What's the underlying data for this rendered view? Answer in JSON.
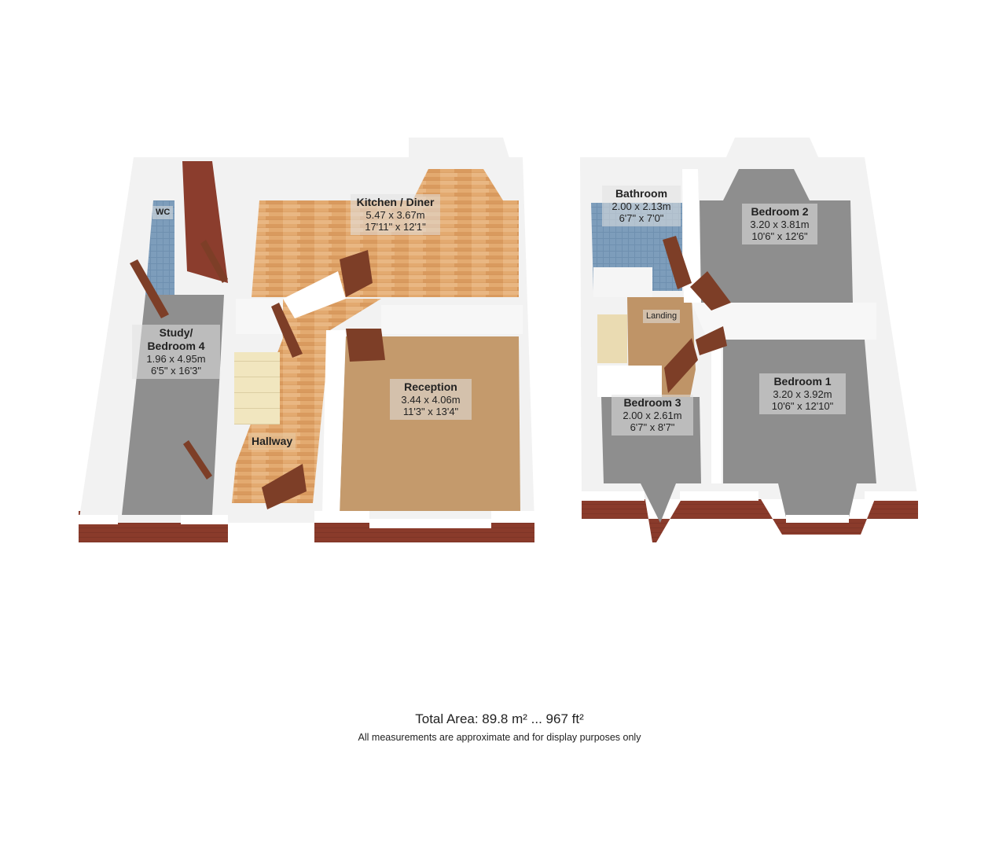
{
  "floors": [
    {
      "name": "ground-floor",
      "rooms": [
        {
          "name": "WC"
        },
        {
          "name": "Study/",
          "name2": "Bedroom 4",
          "metric": "1.96 x 4.95m",
          "imperial": "6'5\" x 16'3\""
        },
        {
          "name": "Kitchen / Diner",
          "metric": "5.47 x 3.67m",
          "imperial": "17'11\" x 12'1\""
        },
        {
          "name": "Hallway"
        },
        {
          "name": "Reception",
          "metric": "3.44 x 4.06m",
          "imperial": "11'3\" x 13'4\""
        }
      ]
    },
    {
      "name": "first-floor",
      "rooms": [
        {
          "name": "Bathroom",
          "metric": "2.00 x 2.13m",
          "imperial": "6'7\" x 7'0\""
        },
        {
          "name": "Bedroom 2",
          "metric": "3.20 x 3.81m",
          "imperial": "10'6\" x 12'6\""
        },
        {
          "name": "Landing"
        },
        {
          "name": "Bedroom 3",
          "metric": "2.00 x 2.61m",
          "imperial": "6'7\" x 8'7\""
        },
        {
          "name": "Bedroom 1",
          "metric": "3.20 x 3.92m",
          "imperial": "10'6\" x 12'10\""
        }
      ]
    }
  ],
  "footer": {
    "total_area": "Total Area: 89.8 m² ... 967 ft²",
    "disclaimer": "All measurements are approximate and for display purposes only"
  },
  "colors": {
    "wood_floor": "#e0a56a",
    "carpet": "#c49a6c",
    "grey_floor": "#8e8e8e",
    "tile": "#6f8fae",
    "brick": "#8b3a2a",
    "wall": "#f4f4f4"
  }
}
